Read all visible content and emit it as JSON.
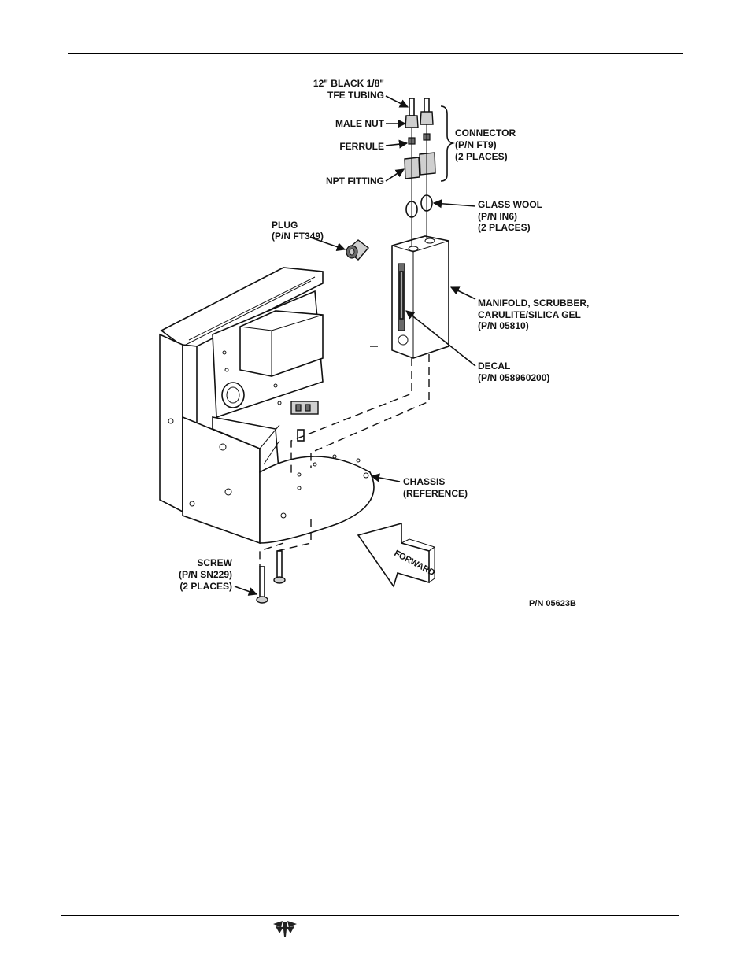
{
  "labels": {
    "tubing_1": "12\" BLACK 1/8\"",
    "tubing_2": "TFE TUBING",
    "male_nut": "MALE NUT",
    "ferrule": "FERRULE",
    "npt_fitting": "NPT FITTING",
    "connector_1": "CONNECTOR",
    "connector_2": "(P/N FT9)",
    "connector_3": "(2 PLACES)",
    "glass_wool_1": "GLASS WOOL",
    "glass_wool_2": "(P/N IN6)",
    "glass_wool_3": "(2 PLACES)",
    "plug_1": "PLUG",
    "plug_2": "(P/N FT349)",
    "manifold_1": "MANIFOLD, SCRUBBER,",
    "manifold_2": "CARULITE/SILICA GEL",
    "manifold_3": "(P/N 05810)",
    "decal_1": "DECAL",
    "decal_2": "(P/N 058960200)",
    "chassis_1": "CHASSIS",
    "chassis_2": "(REFERENCE)",
    "screw_1": "SCREW",
    "screw_2": "(P/N SN229)",
    "screw_3": "(2 PLACES)",
    "forward": "FORWARD",
    "part_number": "P/N 05623B"
  },
  "footer": {
    "logo_icon": "teledyne-logo-icon"
  }
}
